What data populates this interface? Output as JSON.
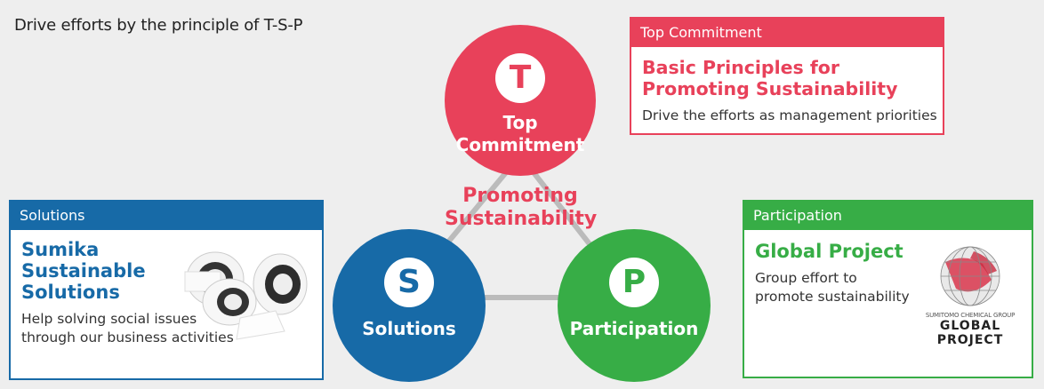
{
  "heading": "Drive efforts by the principle of T-S-P",
  "colors": {
    "top": "#e8415a",
    "solutions": "#176aa7",
    "participation": "#37ad46",
    "connector": "#bbbbbb"
  },
  "circles": {
    "top": {
      "letter": "T",
      "label_line1": "Top",
      "label_line2": "Commitment"
    },
    "solutions": {
      "letter": "S",
      "label": "Solutions"
    },
    "participation": {
      "letter": "P",
      "label": "Participation"
    }
  },
  "center": {
    "line1": "Promoting",
    "line2": "Sustainability"
  },
  "cards": {
    "top": {
      "header": "Top Commitment",
      "title_line1": "Basic Principles for",
      "title_line2": "Promoting Sustainability",
      "description": "Drive the efforts as management priorities"
    },
    "solutions": {
      "header": "Solutions",
      "title_line1": "Sumika",
      "title_line2": "Sustainable",
      "title_line3": "Solutions",
      "description_line1": "Help solving social issues",
      "description_line2": "through our business activities",
      "image_icon": "tape-rolls-image"
    },
    "participation": {
      "header": "Participation",
      "title": "Global Project",
      "description_line1": "Group effort to",
      "description_line2": "promote sustainability",
      "logo_small": "SUMITOMO CHEMICAL GROUP",
      "logo_line1": "GLOBAL",
      "logo_line2": "PROJECT",
      "logo_icon": "globe-icon"
    }
  }
}
